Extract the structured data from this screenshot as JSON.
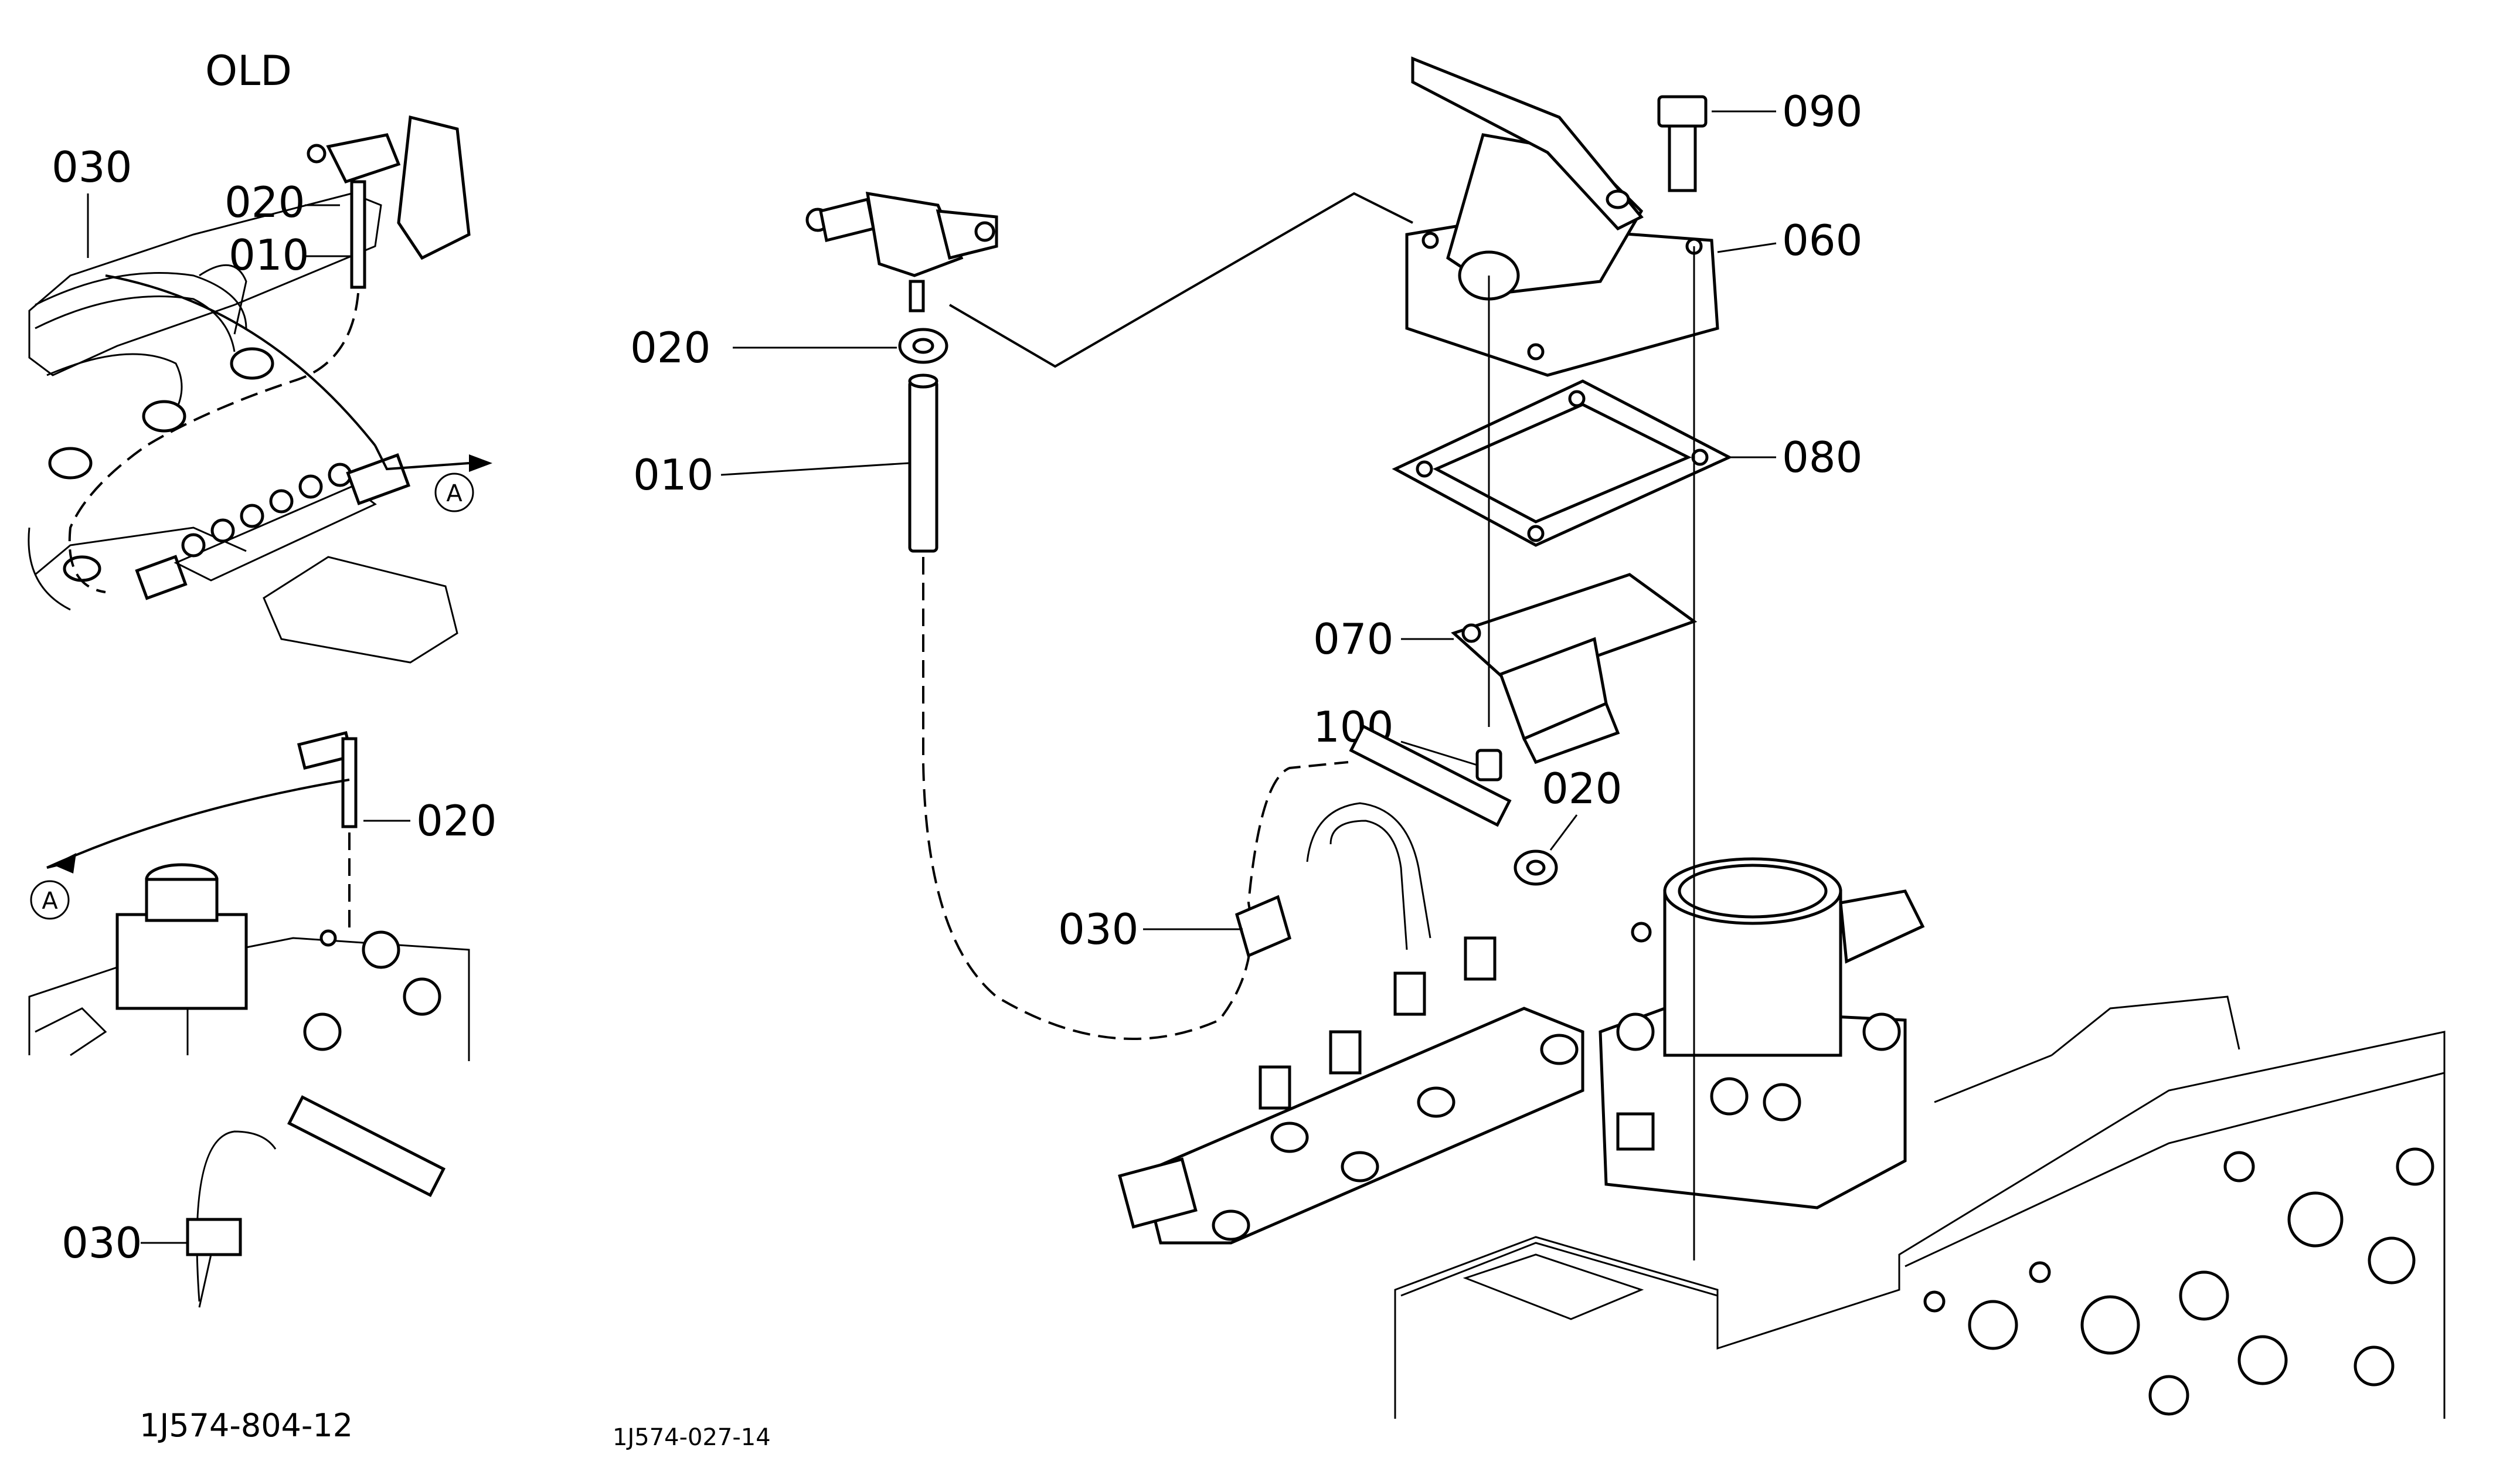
{
  "diagram": {
    "old_title": "OLD",
    "figure_left": "1J574-804-12",
    "figure_right": "1J574-027-14",
    "ref_marker": "A",
    "callouts": {
      "old_030_top": "030",
      "old_020_top": "020",
      "old_010": "010",
      "old_020_mid": "020",
      "old_030_bottom": "030",
      "c020_upper": "020",
      "c010": "010",
      "c090": "090",
      "c060": "060",
      "c080": "080",
      "c070": "070",
      "c100": "100",
      "c020_lower": "020",
      "c030": "030"
    }
  }
}
